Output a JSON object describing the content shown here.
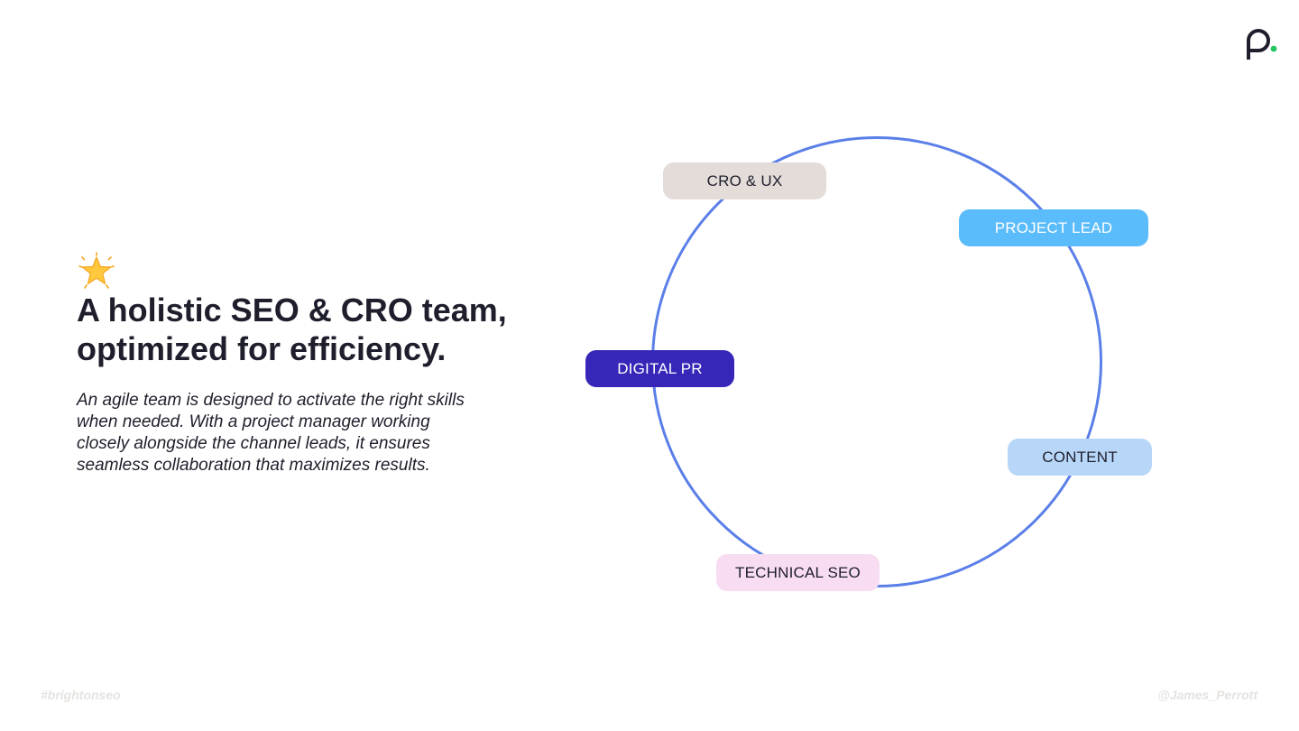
{
  "brand": {
    "logo_icon": "p-dot-logo-icon",
    "logo_dot_color": "#22c55e"
  },
  "emoji": {
    "icon": "glowing-star-icon"
  },
  "headline": {
    "line1": "A holistic SEO & CRO team,",
    "line2": "optimized for efficiency."
  },
  "body": {
    "line1": "An agile team is designed to activate the right skills",
    "line2": "when needed. With a project manager working",
    "line3": "closely alongside the channel leads, it ensures",
    "line4": "seamless collaboration that maximizes results."
  },
  "team_ring": {
    "ring_color": "#5b7fe8",
    "roles": [
      {
        "label": "CRO & UX",
        "color": "#e4dcd9"
      },
      {
        "label": "PROJECT LEAD",
        "color": "#5bbcfb"
      },
      {
        "label": "DIGITAL PR",
        "color": "#3627b8"
      },
      {
        "label": "CONTENT",
        "color": "#b7d6f8"
      },
      {
        "label": "TECHNICAL SEO",
        "color": "#f7dcf2"
      }
    ]
  },
  "footer": {
    "hashtag": "#brightonseo",
    "handle": "@James_Perrott"
  }
}
